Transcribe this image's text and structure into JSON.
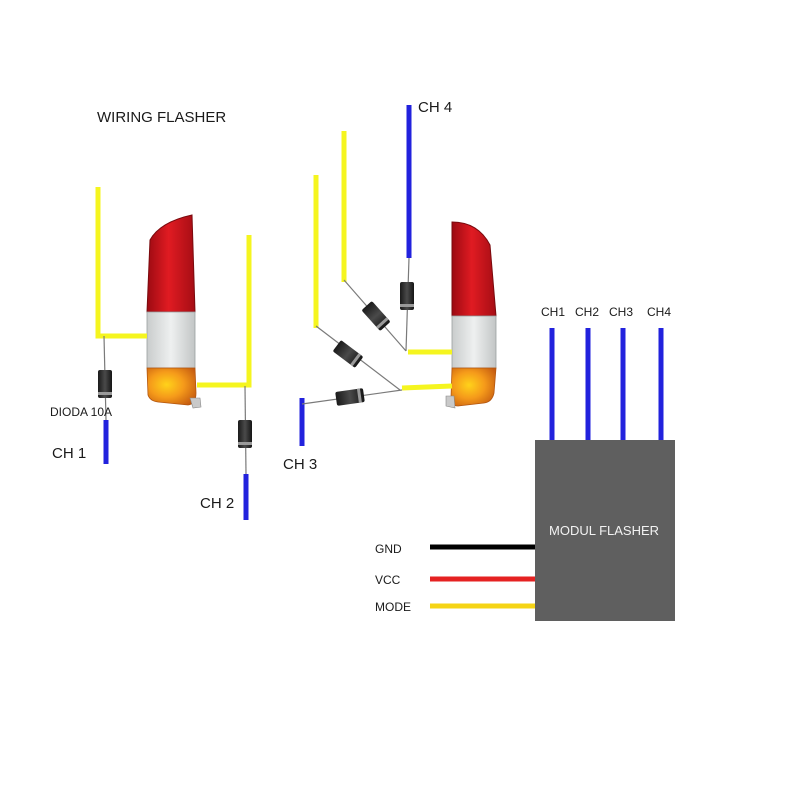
{
  "title": "WIRING FLASHER",
  "diode_label": "DIODA 10A",
  "channels": {
    "ch1": "CH 1",
    "ch2": "CH 2",
    "ch3": "CH 3",
    "ch4": "CH 4"
  },
  "module": {
    "label": "MODUL FLASHER",
    "outputs": [
      "CH1",
      "CH2",
      "CH3",
      "CH4"
    ],
    "inputs": [
      {
        "label": "GND",
        "color": "#000000"
      },
      {
        "label": "VCC",
        "color": "#e52222"
      },
      {
        "label": "MODE",
        "color": "#f5d415"
      }
    ],
    "body_color": "#5f5f5f"
  },
  "colors": {
    "lamp_wire": "#f5f51f",
    "channel_wire": "#2222dd",
    "lead": "#7a7a7a",
    "diode_body": "#2b2b2b",
    "lamp_red": "#c8141c",
    "lamp_white": "#e4e6e6",
    "lamp_amber": "#f08a18"
  },
  "icons": {
    "tail_light": "tail-light-icon",
    "diode": "diode-icon"
  }
}
